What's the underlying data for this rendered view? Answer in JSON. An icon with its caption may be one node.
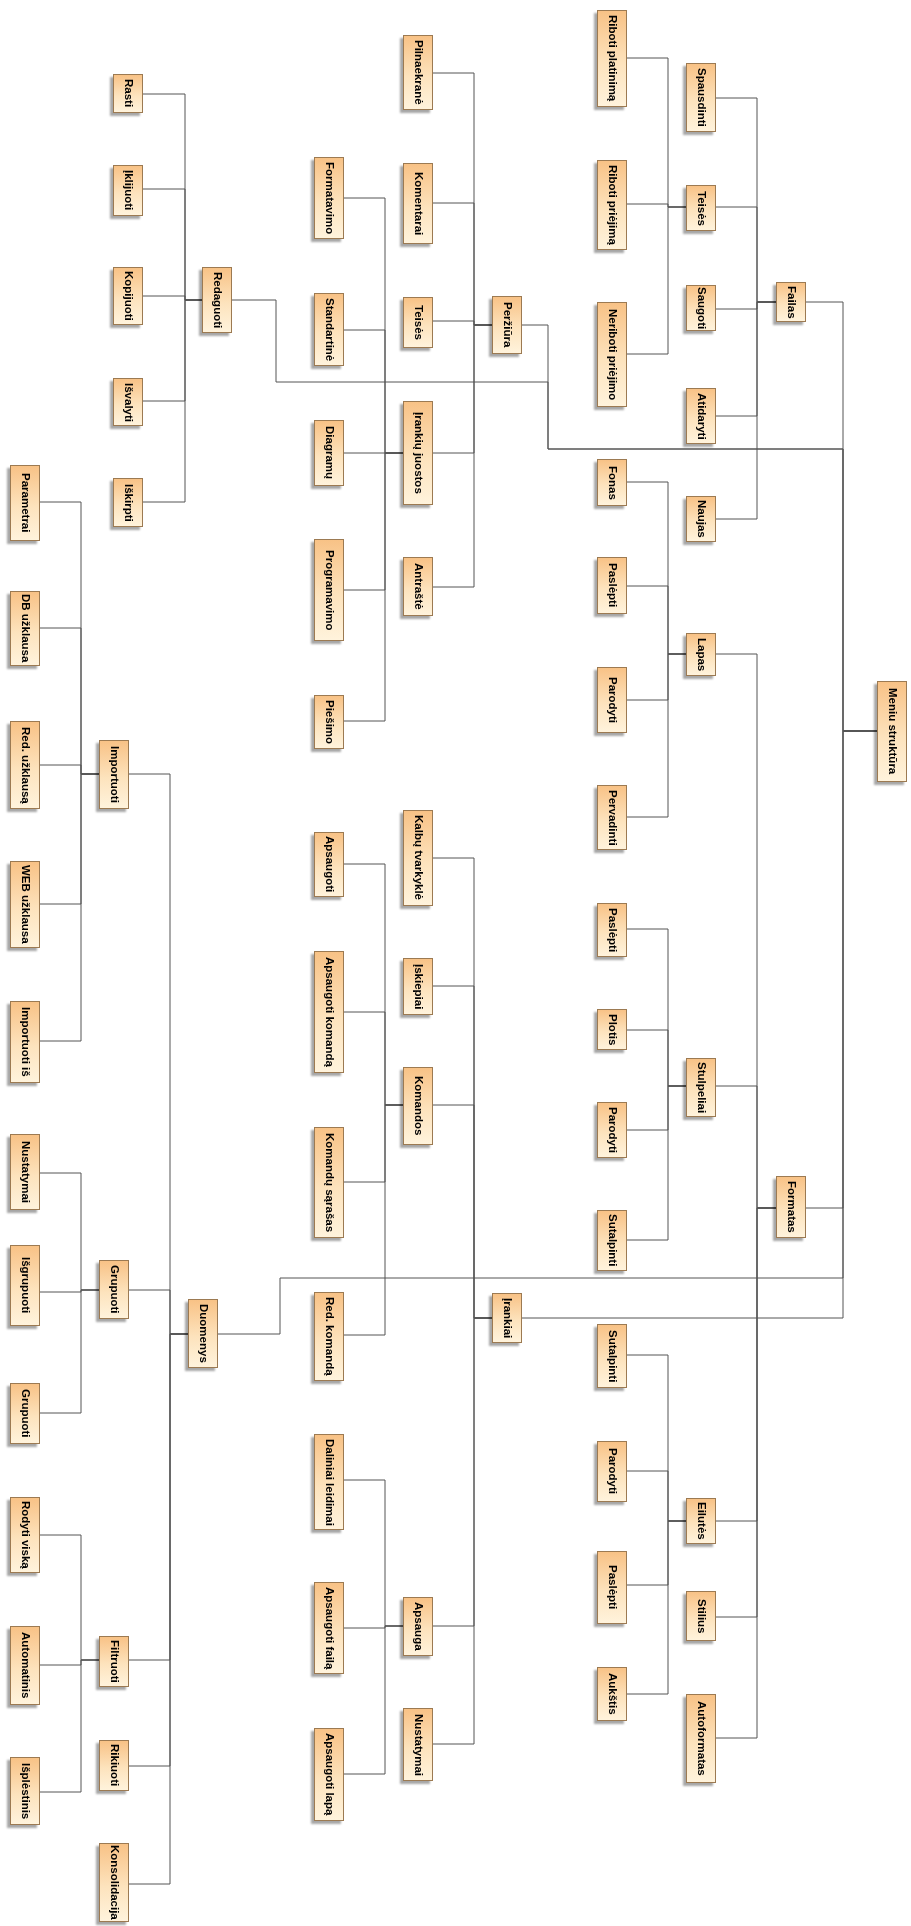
{
  "diagram": {
    "nodes": [
      {
        "text": [
          "Meniu struktūra"
        ]
      },
      {
        "text": [
          "Failas"
        ]
      },
      {
        "text": [
          "Spausdinti"
        ]
      },
      {
        "text": [
          "Teisės"
        ]
      },
      {
        "text": [
          "Riboti platinimą"
        ]
      },
      {
        "text": [
          "Riboti priėjimą"
        ]
      },
      {
        "text": [
          "Neriboti priėjimo"
        ]
      },
      {
        "text": [
          "Saugoti"
        ]
      },
      {
        "text": [
          "Atidaryti"
        ]
      },
      {
        "text": [
          "Naujas"
        ]
      },
      {
        "text": [
          "Redaguoti"
        ]
      },
      {
        "text": [
          "Rasti"
        ]
      },
      {
        "text": [
          "Įklijuoti"
        ]
      },
      {
        "text": [
          "Kopijuoti"
        ]
      },
      {
        "text": [
          "Išvalyti"
        ]
      },
      {
        "text": [
          "Iškirpti"
        ]
      },
      {
        "text": [
          "Peržiūra"
        ]
      },
      {
        "text": [
          "Pilnaekranė"
        ]
      },
      {
        "text": [
          "Komentarai"
        ]
      },
      {
        "text": [
          "Teisės"
        ]
      },
      {
        "text": [
          "Įrankių juostos"
        ]
      },
      {
        "text": [
          "Formatavimo"
        ]
      },
      {
        "text": [
          "Standartinė"
        ]
      },
      {
        "text": [
          "Diagramų"
        ]
      },
      {
        "text": [
          "Programavimo"
        ]
      },
      {
        "text": [
          "Piešimo"
        ]
      },
      {
        "text": [
          "Antraštė"
        ]
      },
      {
        "text": [
          "Formatas"
        ]
      },
      {
        "text": [
          "Lapas"
        ]
      },
      {
        "text": [
          "Fonas"
        ]
      },
      {
        "text": [
          "Paslėpti"
        ]
      },
      {
        "text": [
          "Parodyti"
        ]
      },
      {
        "text": [
          "Pervadinti"
        ]
      },
      {
        "text": [
          "Stulpeliai"
        ]
      },
      {
        "text": [
          "Paslėpti"
        ]
      },
      {
        "text": [
          "Plotis"
        ]
      },
      {
        "text": [
          "Parodyti"
        ]
      },
      {
        "text": [
          "Sutalpinti"
        ]
      },
      {
        "text": [
          "Eilutės"
        ]
      },
      {
        "text": [
          "Sutalpinti"
        ]
      },
      {
        "text": [
          "Parodyti"
        ]
      },
      {
        "text": [
          "Paslėpti"
        ]
      },
      {
        "text": [
          "Aukštis"
        ]
      },
      {
        "text": [
          "Stilius"
        ]
      },
      {
        "text": [
          "Autoformatas"
        ]
      },
      {
        "text": [
          "Įrankiai"
        ]
      },
      {
        "text": [
          "Kalbų tvarkyklė"
        ]
      },
      {
        "text": [
          "Įskiepiai"
        ]
      },
      {
        "text": [
          "Komandos"
        ]
      },
      {
        "text": [
          "Apsaugoti"
        ]
      },
      {
        "text": [
          "Apsaugoti komandą"
        ]
      },
      {
        "text": [
          "Komandų sąrašas"
        ]
      },
      {
        "text": [
          "Red. komandą"
        ]
      },
      {
        "text": [
          "Apsauga"
        ]
      },
      {
        "text": [
          "Daliniai leidimai"
        ]
      },
      {
        "text": [
          "Apsaugoti failą"
        ]
      },
      {
        "text": [
          "Apsaugoti lapą"
        ]
      },
      {
        "text": [
          "Nustatymai"
        ]
      },
      {
        "text": [
          "Duomenys"
        ]
      },
      {
        "text": [
          "Importuoti"
        ]
      },
      {
        "text": [
          "Parametrai"
        ]
      },
      {
        "text": [
          "DB užklausa"
        ]
      },
      {
        "text": [
          "Red. užklausą"
        ]
      },
      {
        "text": [
          "WEB užklausa"
        ]
      },
      {
        "text": [
          "Importuoti iš"
        ]
      },
      {
        "text": [
          "Grupuoti"
        ]
      },
      {
        "text": [
          "Nustatymai"
        ]
      },
      {
        "text": [
          "Išgrupuoti"
        ]
      },
      {
        "text": [
          "Grupuoti"
        ]
      },
      {
        "text": [
          "Filtruoti"
        ]
      },
      {
        "text": [
          "Rodyti viską"
        ]
      },
      {
        "text": [
          "Automatinis"
        ]
      },
      {
        "text": [
          "Išplėstinis"
        ]
      },
      {
        "text": [
          "Rikiuoti"
        ]
      },
      {
        "text": [
          "Konsolidacija"
        ]
      }
    ],
    "edges": [
      {
        "from": 0,
        "to": 1,
        "arrow": "none"
      },
      {
        "from": 0,
        "to": 10,
        "arrow": "none"
      },
      {
        "from": 0,
        "to": 16,
        "arrow": "none"
      },
      {
        "from": 0,
        "to": 27,
        "arrow": "none"
      },
      {
        "from": 0,
        "to": 45,
        "arrow": "none"
      },
      {
        "from": 0,
        "to": 58,
        "arrow": "none"
      },
      {
        "from": 1,
        "to": 2,
        "arrow": "none"
      },
      {
        "from": 1,
        "to": 3,
        "arrow": "none"
      },
      {
        "from": 1,
        "to": 7,
        "arrow": "none"
      },
      {
        "from": 1,
        "to": 8,
        "arrow": "none"
      },
      {
        "from": 1,
        "to": 9,
        "arrow": "none"
      },
      {
        "from": 3,
        "to": 4,
        "arrow": "none"
      },
      {
        "from": 3,
        "to": 5,
        "arrow": "none"
      },
      {
        "from": 3,
        "to": 6,
        "arrow": "none"
      },
      {
        "from": 10,
        "to": 11,
        "arrow": "none"
      },
      {
        "from": 10,
        "to": 12,
        "arrow": "none"
      },
      {
        "from": 10,
        "to": 13,
        "arrow": "none"
      },
      {
        "from": 10,
        "to": 14,
        "arrow": "none"
      },
      {
        "from": 10,
        "to": 15,
        "arrow": "none"
      },
      {
        "from": 16,
        "to": 17,
        "arrow": "none"
      },
      {
        "from": 16,
        "to": 18,
        "arrow": "none"
      },
      {
        "from": 16,
        "to": 19,
        "arrow": "none"
      },
      {
        "from": 16,
        "to": 20,
        "arrow": "none"
      },
      {
        "from": 16,
        "to": 26,
        "arrow": "none"
      },
      {
        "from": 20,
        "to": 21,
        "arrow": "none"
      },
      {
        "from": 20,
        "to": 22,
        "arrow": "none"
      },
      {
        "from": 20,
        "to": 23,
        "arrow": "none"
      },
      {
        "from": 20,
        "to": 24,
        "arrow": "none"
      },
      {
        "from": 20,
        "to": 25,
        "arrow": "none"
      },
      {
        "from": 27,
        "to": 28,
        "arrow": "none"
      },
      {
        "from": 27,
        "to": 33,
        "arrow": "none"
      },
      {
        "from": 27,
        "to": 38,
        "arrow": "none"
      },
      {
        "from": 27,
        "to": 43,
        "arrow": "none"
      },
      {
        "from": 27,
        "to": 44,
        "arrow": "none"
      },
      {
        "from": 28,
        "to": 29,
        "arrow": "none"
      },
      {
        "from": 28,
        "to": 30,
        "arrow": "none"
      },
      {
        "from": 28,
        "to": 31,
        "arrow": "none"
      },
      {
        "from": 28,
        "to": 32,
        "arrow": "none"
      },
      {
        "from": 33,
        "to": 34,
        "arrow": "none"
      },
      {
        "from": 33,
        "to": 35,
        "arrow": "none"
      },
      {
        "from": 33,
        "to": 36,
        "arrow": "none"
      },
      {
        "from": 33,
        "to": 37,
        "arrow": "none"
      },
      {
        "from": 38,
        "to": 39,
        "arrow": "none"
      },
      {
        "from": 38,
        "to": 40,
        "arrow": "none"
      },
      {
        "from": 38,
        "to": 41,
        "arrow": "none"
      },
      {
        "from": 38,
        "to": 42,
        "arrow": "none"
      },
      {
        "from": 45,
        "to": 46,
        "arrow": "none"
      },
      {
        "from": 45,
        "to": 47,
        "arrow": "none"
      },
      {
        "from": 45,
        "to": 48,
        "arrow": "none"
      },
      {
        "from": 45,
        "to": 53,
        "arrow": "none"
      },
      {
        "from": 45,
        "to": 57,
        "arrow": "none"
      },
      {
        "from": 48,
        "to": 49,
        "arrow": "none"
      },
      {
        "from": 48,
        "to": 50,
        "arrow": "none"
      },
      {
        "from": 48,
        "to": 51,
        "arrow": "none"
      },
      {
        "from": 48,
        "to": 52,
        "arrow": "none"
      },
      {
        "from": 53,
        "to": 54,
        "arrow": "none"
      },
      {
        "from": 53,
        "to": 55,
        "arrow": "none"
      },
      {
        "from": 53,
        "to": 56,
        "arrow": "none"
      },
      {
        "from": 58,
        "to": 59,
        "arrow": "none"
      },
      {
        "from": 58,
        "to": 65,
        "arrow": "none"
      },
      {
        "from": 58,
        "to": 69,
        "arrow": "none"
      },
      {
        "from": 58,
        "to": 73,
        "arrow": "none"
      },
      {
        "from": 58,
        "to": 74,
        "arrow": "none"
      },
      {
        "from": 59,
        "to": 60,
        "arrow": "none"
      },
      {
        "from": 59,
        "to": 61,
        "arrow": "none"
      },
      {
        "from": 59,
        "to": 62,
        "arrow": "none"
      },
      {
        "from": 59,
        "to": 63,
        "arrow": "none"
      },
      {
        "from": 59,
        "to": 64,
        "arrow": "none"
      },
      {
        "from": 65,
        "to": 66,
        "arrow": "none"
      },
      {
        "from": 65,
        "to": 67,
        "arrow": "none"
      },
      {
        "from": 65,
        "to": 68,
        "arrow": "none"
      },
      {
        "from": 69,
        "to": 70,
        "arrow": "none"
      },
      {
        "from": 69,
        "to": 71,
        "arrow": "none"
      },
      {
        "from": 69,
        "to": 72,
        "arrow": "none"
      }
    ]
  }
}
